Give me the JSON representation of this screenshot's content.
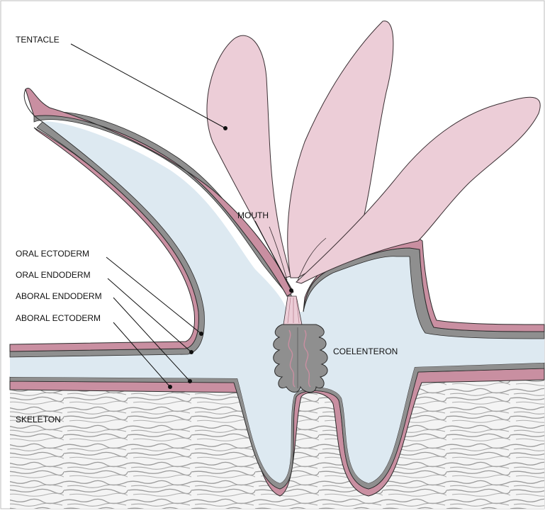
{
  "labels": {
    "tentacle": "TENTACLE",
    "mouth": "MOUTH",
    "oral_ectoderm": "ORAL ECTODERM",
    "oral_endoderm": "ORAL ENDODERM",
    "aboral_endoderm": "ABORAL ENDODERM",
    "aboral_ectoderm": "ABORAL ECTODERM",
    "coelenteron": "COELENTERON",
    "skeleton": "SKELETON"
  },
  "colors": {
    "tentacle_fill": "#eccdd7",
    "tentacle_stroke": "#3a2f33",
    "ectoderm": "#c98fa1",
    "endoderm": "#8f8f8f",
    "coelenteron": "#dde9f1",
    "skeleton_bg": "#f4f4f4",
    "skeleton_texture": "#9a9a9a",
    "outline": "#2b2b2b"
  }
}
